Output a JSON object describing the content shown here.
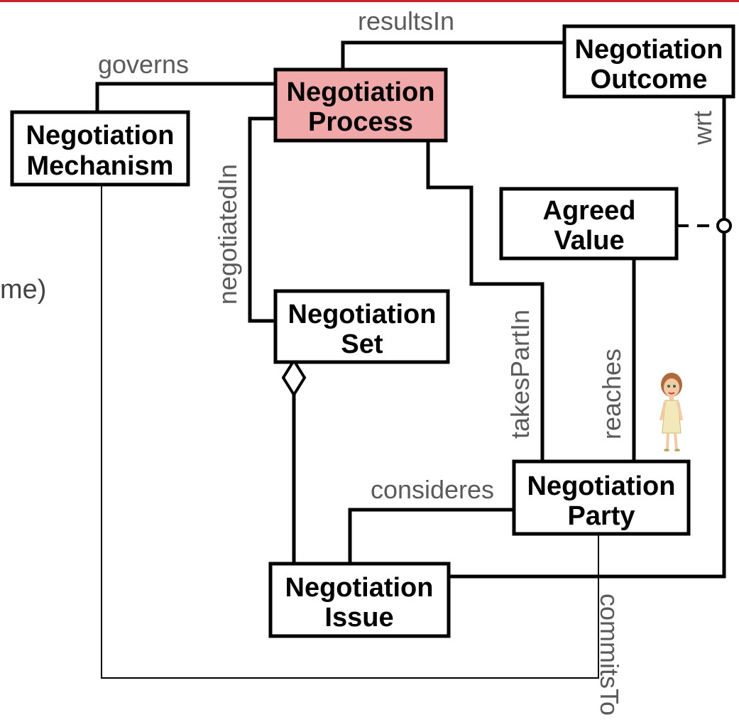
{
  "boxes": {
    "process": {
      "line1": "Negotiation",
      "line2": "Process"
    },
    "outcome": {
      "line1": "Negotiation",
      "line2": "Outcome"
    },
    "mechanism": {
      "line1": "Negotiation",
      "line2": "Mechanism"
    },
    "agreed_value": {
      "line1": "Agreed",
      "line2": "Value"
    },
    "set": {
      "line1": "Negotiation",
      "line2": "Set"
    },
    "party": {
      "line1": "Negotiation",
      "line2": "Party"
    },
    "issue": {
      "line1": "Negotiation",
      "line2": "Issue"
    }
  },
  "relations": {
    "results_in": "resultsIn",
    "governs": "governs",
    "wrt": "wrt",
    "negotiated_in": "negotiatedIn",
    "takes_part_in": "takesPartIn",
    "reaches": "reaches",
    "consideres": "consideres",
    "commits_to": "commitsTo"
  },
  "left_fragment": "me)",
  "colors": {
    "accent_rule": "#cc1f2b",
    "highlight_fill": "#f0a8a8",
    "box_fill": "#ffffff",
    "line": "#000000",
    "relation_text": "#5a5a5a"
  },
  "icons": {
    "person": "woman-figure-icon",
    "aggregation": "diamond-icon",
    "association_end": "circle-icon"
  }
}
